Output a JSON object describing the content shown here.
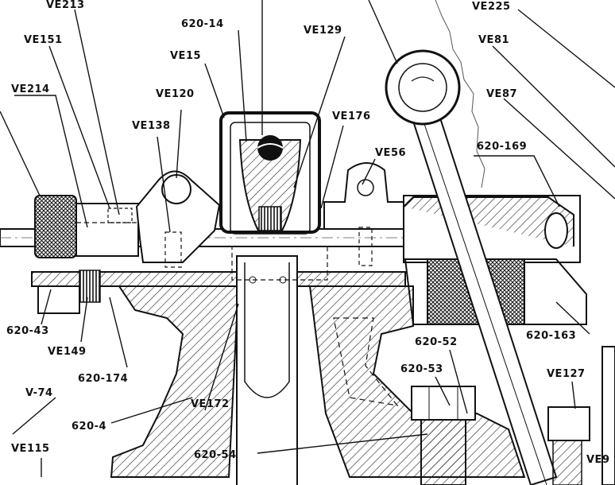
{
  "diagram": {
    "labels": [
      {
        "id": "ve213",
        "text": "VE213"
      },
      {
        "id": "6204-top",
        "text": "620-14"
      },
      {
        "id": "ve129",
        "text": "VE129"
      },
      {
        "id": "ve225",
        "text": "VE225"
      },
      {
        "id": "ve151",
        "text": "VE151"
      },
      {
        "id": "ve15",
        "text": "VE15"
      },
      {
        "id": "ve81",
        "text": "VE81"
      },
      {
        "id": "ve214",
        "text": "VE214"
      },
      {
        "id": "ve120",
        "text": "VE120"
      },
      {
        "id": "ve87",
        "text": "VE87"
      },
      {
        "id": "ve138",
        "text": "VE138"
      },
      {
        "id": "ve176",
        "text": "VE176"
      },
      {
        "id": "620-169",
        "text": "620-169"
      },
      {
        "id": "ve56",
        "text": "VE56"
      },
      {
        "id": "620-43",
        "text": "620-43"
      },
      {
        "id": "ve149",
        "text": "VE149"
      },
      {
        "id": "620-174",
        "text": "620-174"
      },
      {
        "id": "620-163",
        "text": "620-163"
      },
      {
        "id": "620-52",
        "text": "620-52"
      },
      {
        "id": "620-53",
        "text": "620-53"
      },
      {
        "id": "ve127",
        "text": "VE127"
      },
      {
        "id": "v74",
        "text": "V-74"
      },
      {
        "id": "ve172",
        "text": "VE172"
      },
      {
        "id": "620-4",
        "text": "620-4"
      },
      {
        "id": "620-54",
        "text": "620-54"
      },
      {
        "id": "ve115",
        "text": "VE115"
      },
      {
        "id": "ve9",
        "text": "VE9"
      }
    ]
  }
}
